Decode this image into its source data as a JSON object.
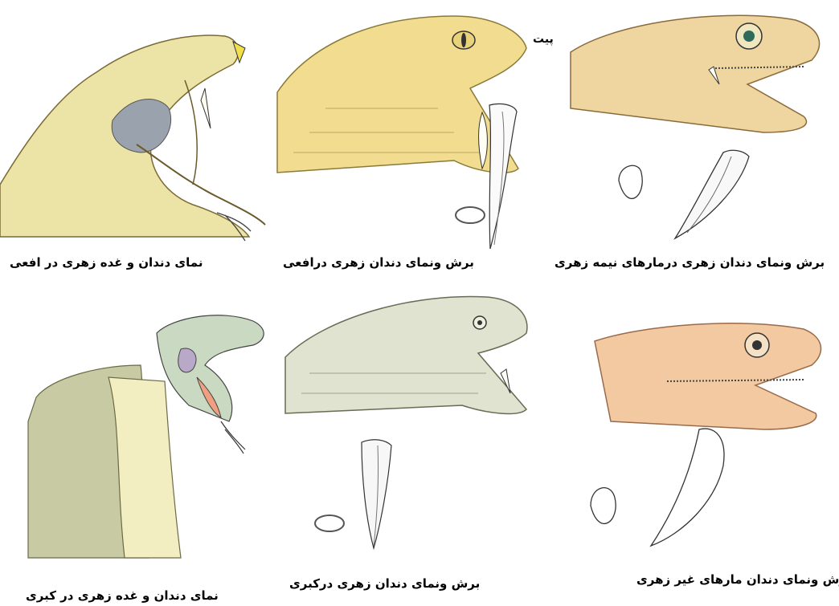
{
  "figure": {
    "panels": [
      {
        "id": "viper-head",
        "caption": "نمای دندان و غده زهری در افعی"
      },
      {
        "id": "viper-fang",
        "caption": "برش ونمای دندان زهری درافعی",
        "annotation": "پیت"
      },
      {
        "id": "semi-venomous-fang",
        "caption": "برش ونمای دندان زهری درمارهای نیمه زهری"
      },
      {
        "id": "cobra-head",
        "caption": "نمای دندان و غده زهری در کبری"
      },
      {
        "id": "cobra-fang",
        "caption": "برش ونمای دندان زهری درکبری"
      },
      {
        "id": "non-venomous-tooth",
        "caption": "برش ونمای دندان مارهای غیر زهری"
      }
    ]
  }
}
